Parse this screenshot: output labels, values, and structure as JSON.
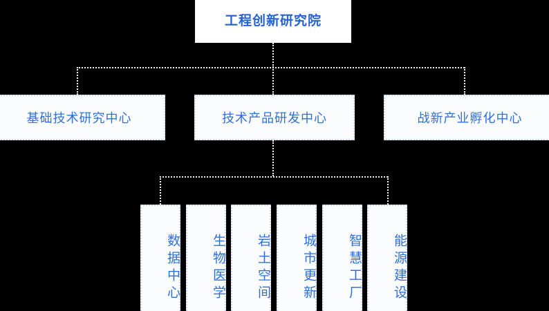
{
  "diagram": {
    "type": "organization-chart",
    "background_color": "#000000",
    "node_fill_color": "#ffffff",
    "node_text_color": "#2f6fd8",
    "root_text_color": "#2563d6",
    "connector_color": "#f2f2f2",
    "border_color": "#c9d6ee",
    "root": {
      "label": "工程创新研究院"
    },
    "level2": [
      {
        "label": "基础技术研究中心"
      },
      {
        "label": "技术产品研发中心"
      },
      {
        "label": "战新产业孵化中心"
      }
    ],
    "level3_parent_index": 1,
    "level3": [
      {
        "label": "数据中心"
      },
      {
        "label": "生物医学"
      },
      {
        "label": "岩土空间"
      },
      {
        "label": "城市更新"
      },
      {
        "label": "智慧工厂"
      },
      {
        "label": "能源建设"
      }
    ]
  }
}
